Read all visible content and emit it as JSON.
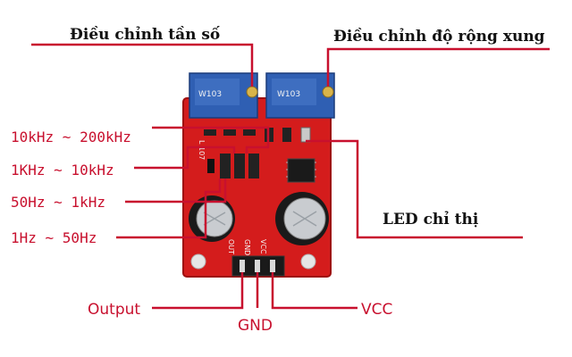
{
  "labels": {
    "freq_adjust": "Điều chỉnh tần số",
    "pulse_width_adjust": "Điều chỉnh độ rộng xung",
    "range_1": "10kHz ~ 200kHz",
    "range_2": "1KHz ~ 10kHz",
    "range_3": "50Hz ~ 1kHz",
    "range_4": "1Hz ~ 50Hz",
    "led_indicator": "LED chỉ thị",
    "output": "Output",
    "gnd": "GND",
    "vcc": "VCC"
  },
  "board_silk": {
    "pin_out": "OUT",
    "pin_gnd": "GND",
    "pin_vcc": "VCC",
    "part": "L 107"
  },
  "pot_markings": {
    "left": "W103",
    "right": "W103"
  },
  "colors": {
    "board": "#d41c1c",
    "pointer_line": "#c8102e",
    "pot_blue": "#2f5fb3",
    "label_dark": "#111111",
    "label_red": "#c8102e"
  }
}
